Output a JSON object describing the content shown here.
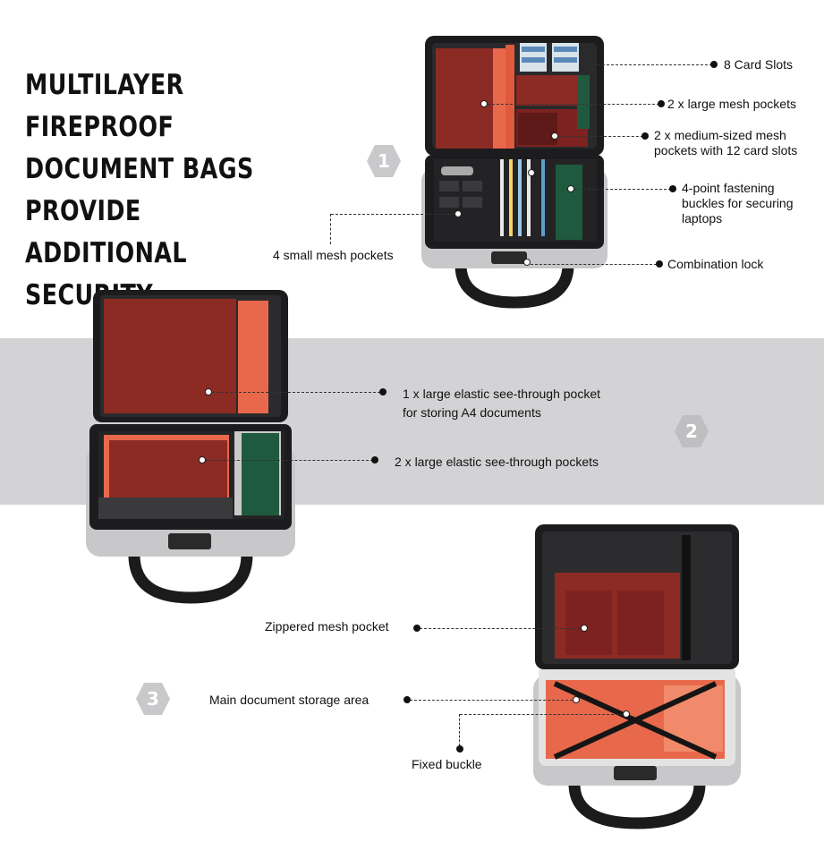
{
  "headline": {
    "lines": [
      "MULTILAYER FIREPROOF",
      "DOCUMENT BAGS PROVIDE",
      "ADDITIONAL SECURITY."
    ]
  },
  "steps": [
    "1",
    "2",
    "3"
  ],
  "section1": {
    "labels": {
      "card_slots": "8 Card Slots",
      "large_mesh": "2 x large mesh pockets",
      "medium_mesh_line1": "2 x medium-sized mesh",
      "medium_mesh_line2": "pockets with 12 card slots",
      "buckles_line1": "4-point fastening",
      "buckles_line2": "buckles for securing",
      "buckles_line3": "laptops",
      "small_mesh": "4 small mesh pockets",
      "combination_lock": "Combination lock"
    }
  },
  "section2": {
    "labels": {
      "a4_line1": "1 x large elastic see-through pocket",
      "a4_line2": "for storing A4 documents",
      "elastic": "2 x large elastic see-through pockets"
    }
  },
  "section3": {
    "labels": {
      "zippered": "Zippered mesh pocket",
      "main_storage": "Main document storage area",
      "fixed_buckle": "Fixed buckle"
    }
  },
  "colors": {
    "band": "#d3d3d5",
    "hexagon": "#c9c9cb",
    "bag_black": "#1c1c1e",
    "bag_shell": "#c8c8ca",
    "pocket_red": "#8c2a24",
    "pocket_orange": "#e8684c",
    "pocket_green": "#1f5a3e"
  }
}
